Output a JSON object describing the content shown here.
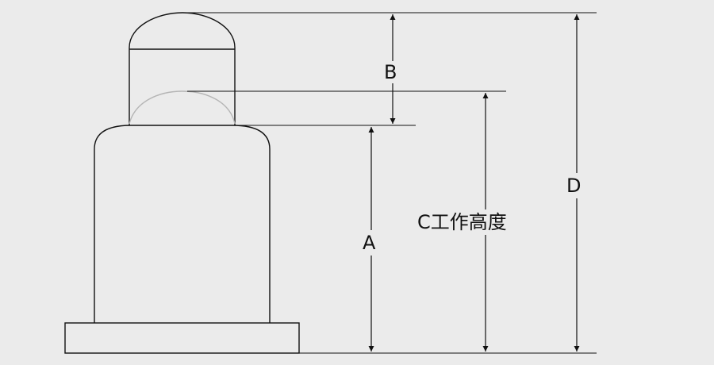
{
  "labels": {
    "a": "A",
    "b": "B",
    "c": "C工作高度",
    "d": "D"
  },
  "colors": {
    "background": "#ebebeb",
    "line": "#111111",
    "faint_line": "#b5b5b5"
  }
}
